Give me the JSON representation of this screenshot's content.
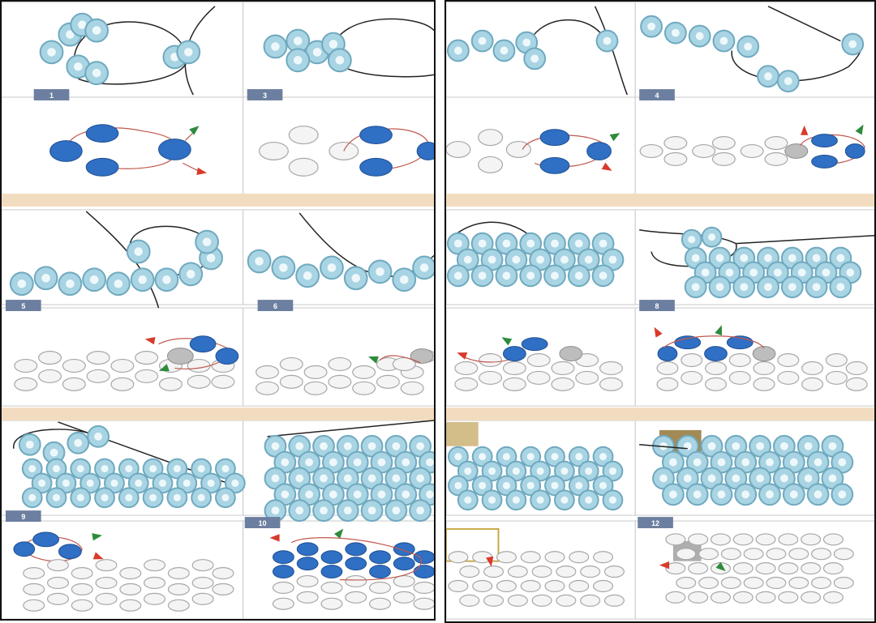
{
  "page": {
    "left_panel": {
      "step_labels": [
        "1",
        "3",
        "5",
        "6",
        "9",
        "10"
      ]
    },
    "right_panel": {
      "step_labels": [
        "4",
        "8",
        "12"
      ]
    }
  },
  "colors": {
    "bead_photo": "#a8d4e3",
    "bead_photo_edge": "#6fa9bf",
    "bead_active": "#2f6fc4",
    "bead_inactive": "#d9d9d9",
    "bead_inactive_edge": "#a7a7a7",
    "thread_path": "#c0584e",
    "arrow_green": "#2e8b3c",
    "arrow_red": "#d93a2b",
    "divider_band": "#f2dcc0",
    "step_label_bg": "#6c7fa0"
  }
}
